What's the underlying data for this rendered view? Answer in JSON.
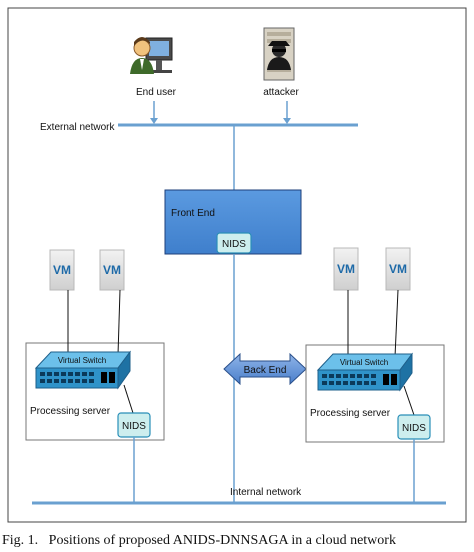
{
  "diagram": {
    "actors": {
      "end_user": "End user",
      "attacker": "attacker"
    },
    "networks": {
      "external": "External network",
      "internal": "Internal network"
    },
    "front_end": {
      "label": "Front End",
      "nids": "NIDS"
    },
    "back_end": "Back End",
    "left_server": {
      "vm1": "VM",
      "vm2": "VM",
      "switch": "Virtual Switch",
      "label": "Processing server",
      "nids": "NIDS"
    },
    "right_server": {
      "vm1": "VM",
      "vm2": "VM",
      "switch": "Virtual Switch",
      "label": "Processing server",
      "nids": "NIDS"
    },
    "caption": "Fig. 1.   Positions of proposed ANIDS-DNNSAGA in a cloud network"
  },
  "colors": {
    "network_line": "#6aa0d0",
    "front_end_fill": "#4d8fd8",
    "nids_fill": "#cdeeee",
    "nids_border": "#2a8fb8",
    "vm_fill": "#e2e2e2",
    "switch_fill": "#3aa3d8",
    "back_end_fill": "#5b8fd6"
  },
  "icons": [
    "end-user-icon",
    "attacker-icon",
    "virtual-switch-icon",
    "back-end-arrow-icon"
  ]
}
